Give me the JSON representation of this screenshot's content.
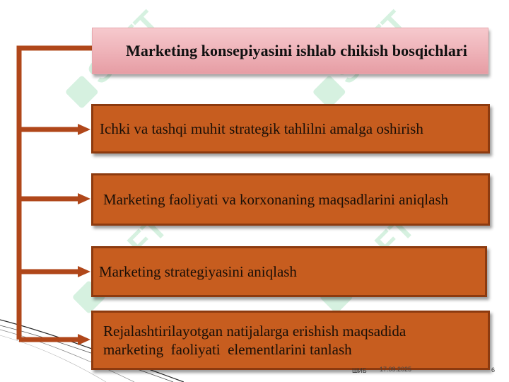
{
  "slide": {
    "title": "Marketing konsepiyasini ishlab chikish bosqichlari",
    "steps": [
      {
        "label": "Ichki va tashqi muhit strategik tahlilni amalga oshirish"
      },
      {
        "label": "Marketing faoliyati va korxonaning maqsadlarini aniqlash"
      },
      {
        "label": "Marketing strategiyasini aniqlash"
      },
      {
        "label": "Rejalashtirilayotgan natijalarga erishish maqsadida marketing  faoliyati  elementlarini tanlash"
      }
    ],
    "watermark_text": "SOFT"
  },
  "footer": {
    "org": "ШИБ",
    "date": "17.09.2025",
    "page_number": "6"
  },
  "colors": {
    "step_fill": "#c75d1f",
    "step_border": "#8c3a0f",
    "connector": "#b0471a",
    "title_fill": "#f0b5bb",
    "watermark": "#bfe8cf"
  }
}
